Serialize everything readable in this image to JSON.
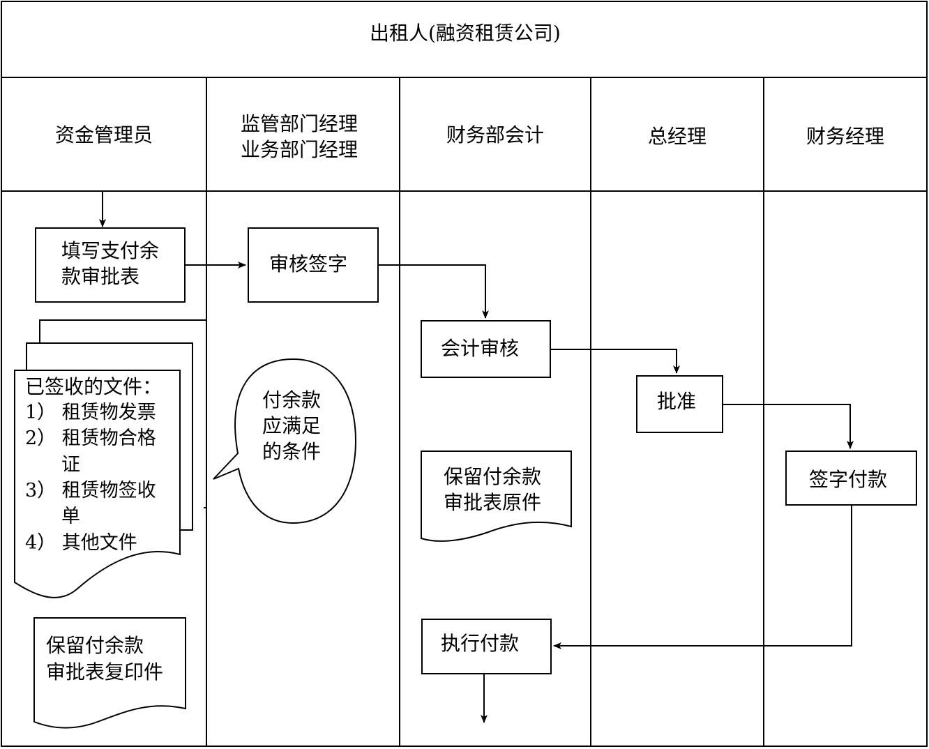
{
  "title": "出租人(融资租赁公司)",
  "lanes": {
    "fund_admin": "资金管理员",
    "supervision_manager_1": "监管部门经理",
    "supervision_manager_2": "业务部门经理",
    "finance_accountant": "财务部会计",
    "general_manager": "总经理",
    "finance_manager": "财务经理"
  },
  "steps": {
    "fill_form_1": "填写支付余",
    "fill_form_2": "款审批表",
    "review_sign": "审核签字",
    "accounting_review": "会计审核",
    "approve": "批准",
    "sign_pay": "签字付款",
    "execute_payment": "执行付款"
  },
  "documents": {
    "signed_docs": {
      "heading": "已签收的文件：",
      "items": [
        "1）  租赁物发票",
        "2）  租赁物合格",
        "证",
        "3）  租赁物签收",
        "单",
        "4）  其他文件"
      ]
    },
    "keep_copy_1": "保留付余款",
    "keep_copy_2": "审批表复印件",
    "keep_original_1": "保留付余款",
    "keep_original_2": "审批表原件"
  },
  "callout": {
    "line1": "付余款",
    "line2": "应满足",
    "line3": "的条件"
  }
}
